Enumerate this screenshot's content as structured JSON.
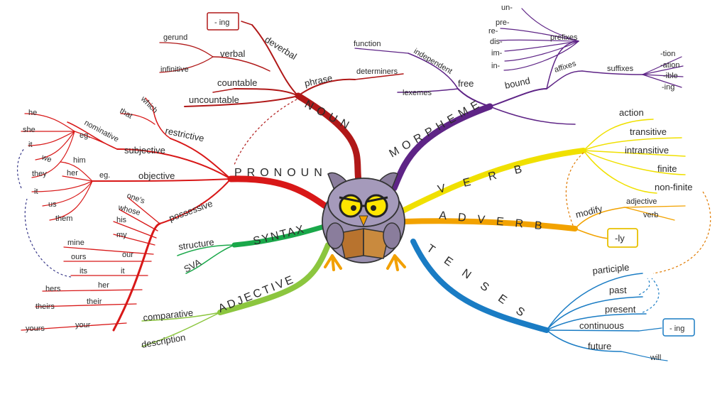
{
  "branches": {
    "noun": {
      "title": "NOUN",
      "items": [
        "phrase",
        "determiners",
        "deverbal",
        "- ing",
        "verbal",
        "gerund",
        "infinitive",
        "countable",
        "uncountable"
      ],
      "color": "#c01c1c"
    },
    "morpheme": {
      "title": "MORPHEME",
      "items": [
        "free",
        "independent",
        "function",
        "lexemes",
        "bound",
        "affixes",
        "prefixes",
        "suffixes"
      ],
      "prefixes": [
        "un-",
        "pre-",
        "re-",
        "dis-",
        "im-",
        "in-"
      ],
      "suffixes": [
        "-tion",
        "-ation",
        "-ible",
        "-ing"
      ],
      "color": "#6a2a8e"
    },
    "pronoun": {
      "title": "PRONOUN",
      "items": [
        "restrictive",
        "which",
        "that",
        "subjective",
        "nominative",
        "eg.",
        "objective",
        "eg.",
        "possessive"
      ],
      "subjective_list": [
        "he",
        "she",
        "it",
        "we",
        "they"
      ],
      "objective_list": [
        "him",
        "her",
        "it",
        "us",
        "them"
      ],
      "possessive_list": [
        "one's",
        "whose",
        "his",
        "my",
        "our",
        "it",
        "her",
        "their",
        "your"
      ],
      "possessive_pronouns": [
        "mine",
        "ours",
        "its",
        "hers",
        "theirs",
        "yours"
      ],
      "color": "#d91a1a"
    },
    "verb": {
      "title": "VERB",
      "items": [
        "action",
        "transitive",
        "intransitive",
        "finite",
        "non-finite"
      ],
      "color": "#f0e000"
    },
    "adverb": {
      "title": "ADVERB",
      "items": [
        "modify",
        "adjective",
        "verb",
        "-ly"
      ],
      "color": "#f2a000"
    },
    "syntax": {
      "title": "SYNTAX",
      "items": [
        "structure",
        "SVA"
      ],
      "color": "#1aa84a"
    },
    "adjective": {
      "title": "ADJECTIVE",
      "items": [
        "comparative",
        "description"
      ],
      "color": "#8cc63f"
    },
    "tenses": {
      "title": "TENSES",
      "items": [
        "participle",
        "past",
        "present",
        "continuous",
        "- ing",
        "future",
        "will"
      ],
      "color": "#1a7cc4"
    }
  },
  "mascot": "owl-reading-book"
}
